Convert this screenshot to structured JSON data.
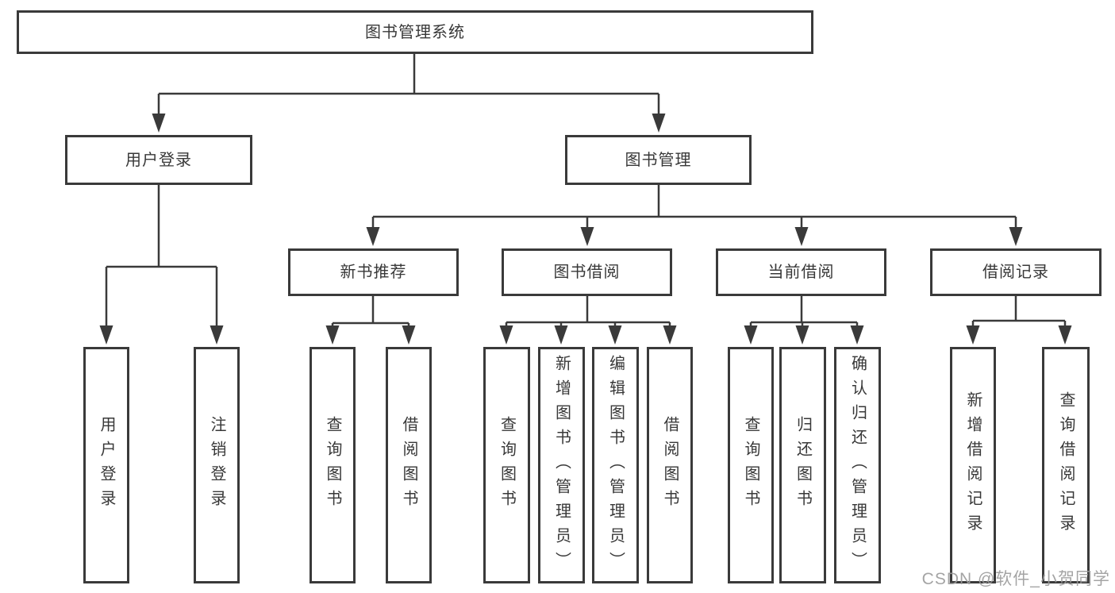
{
  "diagram": {
    "title": "图书管理系统",
    "branches": [
      {
        "label": "用户登录",
        "children": [
          "用户登录",
          "注销登录"
        ]
      },
      {
        "label": "图书管理",
        "children": [
          {
            "label": "新书推荐",
            "children": [
              "查询图书",
              "借阅图书"
            ]
          },
          {
            "label": "图书借阅",
            "children": [
              "查询图书",
              "新增图书（管理员）",
              "编辑图书（管理员）",
              "借阅图书"
            ]
          },
          {
            "label": "当前借阅",
            "children": [
              "查询图书",
              "归还图书",
              "确认归还（管理员）"
            ]
          },
          {
            "label": "借阅记录",
            "children": [
              "新增借阅记录",
              "查询借阅记录"
            ]
          }
        ]
      }
    ]
  },
  "watermark": {
    "text": "CSDN @软件_小贺同学"
  },
  "colors": {
    "line": "#3a3a3a",
    "text": "#383838",
    "background": "#ffffff",
    "watermark": "#9b9b9b"
  }
}
